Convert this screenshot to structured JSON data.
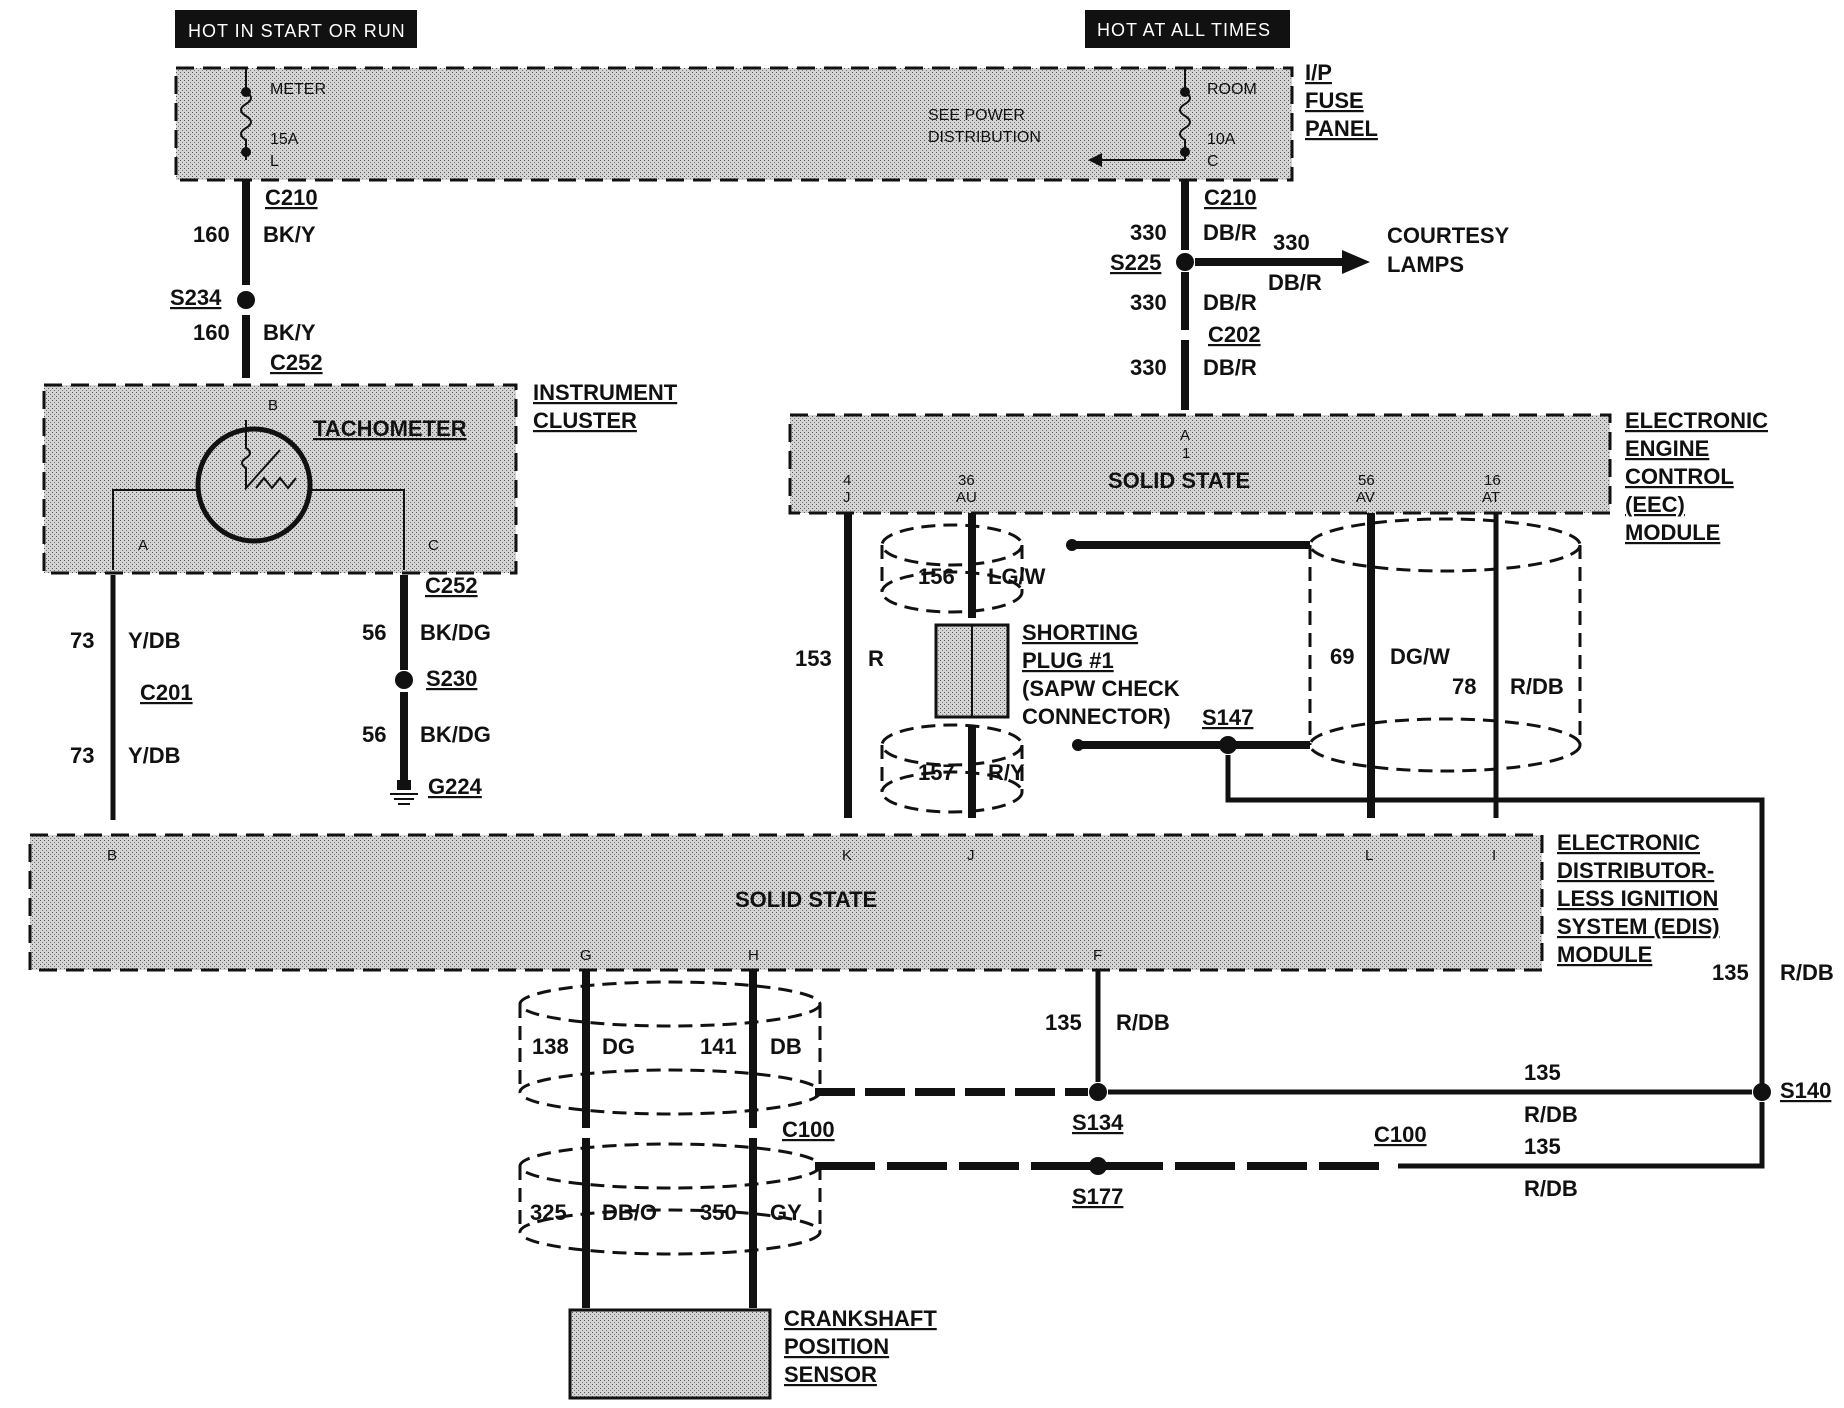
{
  "headers": {
    "left": "HOT IN START OR RUN",
    "right": "HOT AT ALL TIMES"
  },
  "fuse_panel": {
    "label": [
      "I/P",
      "FUSE",
      "PANEL"
    ],
    "meter_fuse": {
      "name": "METER",
      "rating": "15A",
      "pin": "L"
    },
    "room_fuse": {
      "name": "ROOM",
      "rating": "10A",
      "pin": "C"
    },
    "note": [
      "SEE POWER",
      "DISTRIBUTION"
    ]
  },
  "instrument_cluster": {
    "label": [
      "INSTRUMENT",
      "CLUSTER"
    ],
    "gauge": "TACHOMETER",
    "pins": {
      "b": "B",
      "a": "A",
      "c": "C"
    }
  },
  "eec_module": {
    "label": [
      "ELECTRONIC",
      "ENGINE",
      "CONTROL",
      "(EEC)",
      "MODULE"
    ],
    "state": "SOLID STATE",
    "pins": [
      {
        "num": "4",
        "letter": "J"
      },
      {
        "num": "36",
        "letter": "AU"
      },
      {
        "num": "56",
        "letter": "AV"
      },
      {
        "num": "16",
        "letter": "AT"
      },
      {
        "num": "A",
        "letter": "1"
      }
    ]
  },
  "edis_module": {
    "label": [
      "ELECTRONIC",
      "DISTRIBUTOR-",
      "LESS IGNITION",
      "SYSTEM (EDIS)",
      "MODULE"
    ],
    "state": "SOLID STATE",
    "top_pins": [
      "B",
      "K",
      "J",
      "L",
      "I"
    ],
    "bottom_pins": [
      "G",
      "H",
      "F"
    ]
  },
  "shorting_plug": {
    "label": [
      "SHORTING",
      "PLUG #1",
      "(SAPW CHECK",
      "CONNECTOR)"
    ]
  },
  "courtesy": {
    "label": [
      "COURTESY",
      "LAMPS"
    ]
  },
  "sensor": {
    "label": [
      "CRANKSHAFT",
      "POSITION",
      "SENSOR"
    ]
  },
  "connectors": {
    "c210a": "C210",
    "c210b": "C210",
    "c252a": "C252",
    "c252b": "C252",
    "c201": "C201",
    "c202": "C202",
    "c100a": "C100",
    "c100b": "C100"
  },
  "splices": {
    "s234": "S234",
    "s225": "S225",
    "s230": "S230",
    "s147": "S147",
    "s134": "S134",
    "s177": "S177",
    "s140": "S140"
  },
  "ground": "G224",
  "circuits": {
    "c160a": {
      "num": "160",
      "color": "BK/Y"
    },
    "c160b": {
      "num": "160",
      "color": "BK/Y"
    },
    "c330a": {
      "num": "330",
      "color": "DB/R"
    },
    "c330b": {
      "num": "330",
      "color": "DB/R"
    },
    "c330c": {
      "num": "330",
      "color": "DB/R"
    },
    "c330d": {
      "num": "330",
      "color": "DB/R"
    },
    "c73a": {
      "num": "73",
      "color": "Y/DB"
    },
    "c73b": {
      "num": "73",
      "color": "Y/DB"
    },
    "c56a": {
      "num": "56",
      "color": "BK/DG"
    },
    "c56b": {
      "num": "56",
      "color": "BK/DG"
    },
    "c153": {
      "num": "153",
      "color": "R"
    },
    "c156": {
      "num": "156",
      "color": "LG/W"
    },
    "c157": {
      "num": "157",
      "color": "R/Y"
    },
    "c69": {
      "num": "69",
      "color": "DG/W"
    },
    "c78": {
      "num": "78",
      "color": "R/DB"
    },
    "c135a": {
      "num": "135",
      "color": "R/DB"
    },
    "c135b": {
      "num": "135",
      "color": "R/DB"
    },
    "c135c": {
      "num": "135",
      "color": "R/DB"
    },
    "c135d": {
      "num": "135",
      "color": "R/DB"
    },
    "c138": {
      "num": "138",
      "color": "DG"
    },
    "c141": {
      "num": "141",
      "color": "DB"
    },
    "c325": {
      "num": "325",
      "color": "DB/O"
    },
    "c350": {
      "num": "350",
      "color": "GY"
    }
  }
}
